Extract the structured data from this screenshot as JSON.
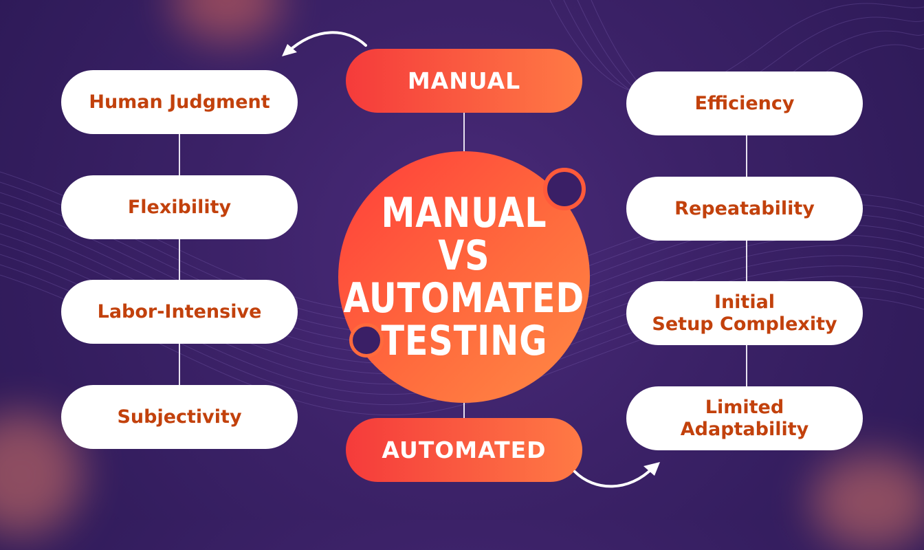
{
  "header_pill": "MANUAL",
  "footer_pill": "AUTOMATED",
  "center_title": [
    "MANUAL",
    "VS",
    "AUTOMATED",
    "TESTING"
  ],
  "left_items": [
    "Human Judgment",
    "Flexibility",
    "Labor-Intensive",
    "Subjectivity"
  ],
  "right_items": [
    "Efficiency",
    "Repeatability",
    "Initial\nSetup Complexity",
    "Limited\nAdaptability"
  ],
  "colors": {
    "background": "#3c2268",
    "accent_start": "#f53b3b",
    "accent_end": "#ff7a45",
    "pill_text": "#c2410c",
    "dot_fill": "#3a1f66"
  },
  "icons": [
    "curved-arrow-icon",
    "curved-arrow-icon"
  ]
}
